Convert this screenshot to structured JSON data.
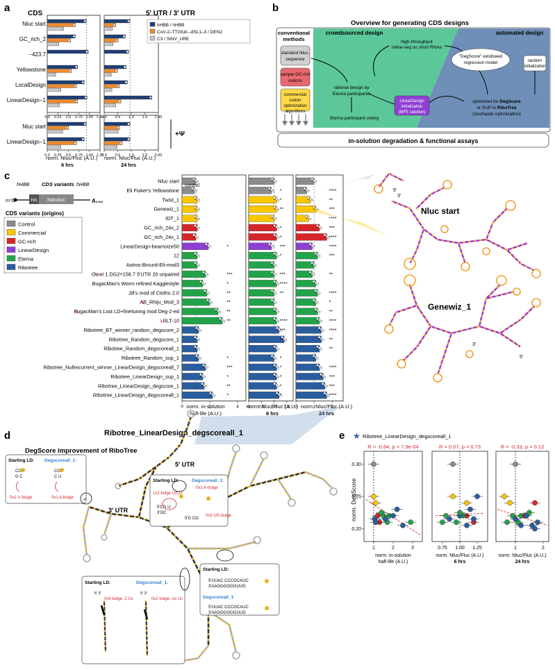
{
  "panel_letters": {
    "a": "a",
    "b": "b",
    "c": "c",
    "d": "d",
    "e": "e"
  },
  "colors": {
    "navy": "#1f3f74",
    "orange": "#f08a2c",
    "lightgray": "#c8c8c8",
    "gray": "#8c8c8c",
    "yellow": "#f9c600",
    "red": "#d7262a",
    "purple": "#8f3fd2",
    "green": "#22a34a",
    "blue": "#2a5d9e",
    "teal": "#5cc79a",
    "steel": "#6f8fb8",
    "pinkbox": "#e8686f",
    "yellowbox": "#ffd94a",
    "graybox": "#d0d0d0"
  },
  "panel_a": {
    "col1_title": "CDS",
    "col2_title": "5′ UTR / 3′ UTR",
    "legend": [
      "hHBB / hHBB",
      "CoV-2–TTGfull-–dSL1–3 / DEN2",
      "C3 / SINV_URE"
    ],
    "psi_label": "+Ψ",
    "xlabel": "norm. Nluc/Fluc (A.U.)",
    "sub1": "6 hrs",
    "sub2": "24 hrs",
    "ticks1": [
      "0.0",
      "0.25",
      "0.5",
      "0.75",
      "1.00",
      "1.25"
    ],
    "ticks2": [
      "0.0",
      "0.5",
      "1.0",
      "1.5",
      "2.00"
    ]
  },
  "panel_b": {
    "title": "Overview for generating CDS designs",
    "conventional": "conventional\nmethods",
    "crowdsourced": "crowdsourced design",
    "automated": "automated design",
    "std": "standard Nluc. sequence",
    "gc": "sample GC-rich codons",
    "comm": "commercial codon optimization algorithms",
    "inline": "high-throughput in-line-seq on short RNAs",
    "degscore": "\"DegScore\" windowed regression model",
    "random": "random initialization",
    "rational": "rational design by Eterna participants",
    "voting": "Eterna participant voting",
    "ld": "LinearDesign initialization (MFE solution)",
    "opt1": "optimized for DegScore",
    "opt2": "or SUP in RiboTree",
    "opt3": "(stochastic optimization)",
    "assay": "in-solution degradation & functional assays"
  },
  "panel_c": {
    "construct_label1": "hHBB",
    "construct_label2": "CDS variants",
    "construct_label3": "hHBB",
    "cap": "m⁷G",
    "ha": "HA",
    "nanoluc": "Nanoluc",
    "polyA": "A₁₅₀",
    "legend_title": "CDS variants (origins)",
    "legend": [
      {
        "name": "Control",
        "color": "#8c8c8c"
      },
      {
        "name": "Commercial",
        "color": "#f9c600"
      },
      {
        "name": "GC-rich",
        "color": "#d7262a"
      },
      {
        "name": "LinearDesign",
        "color": "#8f3fd2"
      },
      {
        "name": "Eterna",
        "color": "#22a34a"
      },
      {
        "name": "Ribotree",
        "color": "#2a5d9e"
      }
    ],
    "control_label": "control",
    "x1": "norm. in-solution\nhalf-life (A.U.)",
    "x2": "norm. Nluc/Fluc (A.U.)",
    "x2s": "6 hrs",
    "x3": "norm. Nluc/Fluc (A.U.)",
    "x3s": "24 hrs",
    "ticks1": [
      "0",
      "2",
      "4"
    ],
    "ticks2": [
      "0",
      "0.5",
      "1.0",
      "1.5"
    ],
    "ticks3": [
      "0",
      "1",
      "2"
    ],
    "struct1": "Nluc start",
    "struct2": "Genewiz_1",
    "five": "5′",
    "three": "3′"
  },
  "chart_data": {
    "type": "bar",
    "categories": [
      "Nluc start",
      "Eli Fisker's Yellowstone",
      "Twist_1",
      "Genewiz_1",
      "IDT_1",
      "GC_rich_24x_2",
      "GC_rich_24x_1",
      "LinearDesign-beamsize50",
      "12",
      "Astros-Brourd-Eli-mod3",
      "Omei 1 DG2=158.7 5'UTR 20 unpaired",
      "BugacMan's Worm refined Kagglestyle",
      "Jill's mod of Clotho 2.0",
      "AB_Rhiju_Mod_3",
      "BugacMan's Lost LD+finetuning mod Deg-2-ed",
      "RLT-10",
      "Ribotree_BT_winner_random_degscore_2",
      "Ribotree_Random_degscore_1",
      "Ribotree_Random_degscoreall_1",
      "Ribotree_Random_sup_1",
      "Ribotree_Nullrecurrent_winner_LinearDesign_degscoreall_7",
      "Ribotree_LinearDesign_sup_1",
      "Ribotree_LinearDesign_degscore_1",
      "Ribotree_LinearDesign_degscoreall_1"
    ],
    "origin": [
      "Control",
      "Control",
      "Commercial",
      "Commercial",
      "Commercial",
      "GC-rich",
      "GC-rich",
      "LinearDesign",
      "Eterna",
      "Eterna",
      "Eterna",
      "Eterna",
      "Eterna",
      "Eterna",
      "Eterna",
      "Eterna",
      "Ribotree",
      "Ribotree",
      "Ribotree",
      "Ribotree",
      "Ribotree",
      "Ribotree",
      "Ribotree",
      "Ribotree"
    ],
    "flagged": [
      false,
      false,
      false,
      false,
      false,
      false,
      false,
      false,
      false,
      false,
      true,
      false,
      false,
      true,
      true,
      true,
      false,
      false,
      false,
      false,
      false,
      false,
      false,
      false
    ],
    "series": [
      {
        "name": "norm. in-solution half-life (A.U.)",
        "values": [
          1.0,
          0.9,
          1.1,
          1.1,
          1.1,
          1.1,
          1.0,
          1.9,
          1.1,
          1.1,
          1.7,
          1.5,
          1.8,
          2.0,
          2.6,
          2.9,
          1.2,
          1.1,
          1.1,
          1.2,
          1.7,
          1.5,
          1.6,
          2.2
        ],
        "sig": [
          "",
          "",
          "",
          "",
          "",
          "",
          "",
          "*",
          "",
          "",
          "***",
          "*",
          "**",
          "**",
          "**",
          "**",
          "",
          "",
          "",
          "*",
          "***",
          "*",
          "**",
          "*"
        ]
      },
      {
        "name": "norm. Nluc/Fluc (A.U.) 6 hrs",
        "values": [
          1.0,
          0.9,
          1.1,
          1.1,
          1.0,
          1.1,
          1.1,
          0.9,
          1.1,
          1.0,
          1.0,
          1.1,
          1.0,
          1.0,
          1.1,
          1.1,
          1.2,
          1.4,
          1.1,
          1.0,
          1.1,
          1.1,
          1.1,
          1.2
        ],
        "sig": [
          "",
          "*",
          "*",
          "**",
          "",
          "*",
          "*",
          "***",
          "*",
          "",
          "***",
          "****",
          "**",
          "",
          "",
          "****",
          "***",
          "*",
          "",
          "*",
          "*",
          "*",
          "*",
          "*"
        ]
      },
      {
        "name": "norm. Nluc/Fluc (A.U.) 24 hrs",
        "values": [
          1.0,
          0.6,
          0.8,
          1.1,
          0.7,
          1.3,
          1.7,
          0.9,
          1.2,
          1.0,
          0.9,
          1.1,
          1.2,
          1.1,
          1.2,
          1.3,
          1.4,
          1.4,
          1.3,
          1.1,
          1.3,
          1.5,
          1.6,
          1.7
        ],
        "sig": [
          "",
          "****",
          "**",
          "***",
          "****",
          "***",
          "****",
          "****",
          "***",
          "",
          "**",
          "",
          "****",
          "*",
          "**",
          "****",
          "****",
          "**",
          "**",
          "",
          "****",
          "***",
          "***",
          "****"
        ]
      }
    ],
    "xlim": [
      [
        0,
        4.6
      ],
      [
        0,
        1.75
      ],
      [
        0,
        2.6
      ]
    ]
  },
  "panel_d": {
    "title": "Ribotree_LinearDesign_degscoreall_1",
    "subtitle": "DegScore improvement of RiboTree",
    "utr5": "5′ UTR",
    "utr3": "3′ UTR",
    "starting": "Starting LD:",
    "degall": "Degscoreall_1:",
    "ann1": "0x1 U-bulge",
    "ann2": "0x1 A-bulge",
    "ann3": "1x2 bulge U/CU",
    "ann4": "0x1 A-bulge",
    "ann5": "0x2 UG-bulge",
    "ann6": "0x4 bulge, 2 Us",
    "ann7": "0x2 bulge, no Us"
  },
  "panel_e": {
    "legend": "Ribotree_LinearDesign_degscoreall_1",
    "ylabel": "norm. DegScore",
    "stats": [
      "R = -0.64, p = 7.9e-04",
      "R = 0.07, p = 0.73",
      "R = -0.33, p = 0.12"
    ],
    "xlabels": [
      "norm. in-solution\nhalf-life (A.U.)",
      "norm. Nluc/Fluc (A.U.)",
      "norm. Nluc/Fluc (A.U.)"
    ],
    "xsubs": [
      "",
      "6 hrs",
      "24 hrs"
    ],
    "yticks": [
      "0.20",
      "0.25",
      "0.30"
    ],
    "xticks": [
      [
        "1",
        "2",
        "3"
      ],
      [
        "0.75",
        "1.00",
        "1.25"
      ],
      [
        "1",
        "2"
      ]
    ]
  }
}
